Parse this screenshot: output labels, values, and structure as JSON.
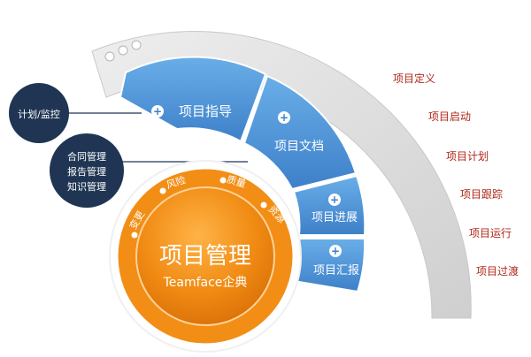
{
  "center": {
    "title": "项目管理",
    "subtitle": "Teamface企典"
  },
  "ring_labels": [
    "风险",
    "质量",
    "资源",
    "变更"
  ],
  "segments": [
    {
      "label": "项目指导"
    },
    {
      "label": "项目文档"
    },
    {
      "label": "项目进展"
    },
    {
      "label": "项目汇报"
    }
  ],
  "callouts": {
    "top": [
      "计划/监控"
    ],
    "middle": [
      "合同管理",
      "报告管理",
      "知识管理"
    ]
  },
  "phases": [
    "项目定义",
    "项目启动",
    "项目计划",
    "项目跟踪",
    "项目运行",
    "项目过渡"
  ],
  "colors": {
    "segment_blue": "#4a90d6",
    "orange": "#f08a12",
    "orange_dark": "#d86f08",
    "callout_navy": "#1f3553",
    "arc_gray": "#d8d8d8",
    "phase_text": "#b0281a"
  }
}
